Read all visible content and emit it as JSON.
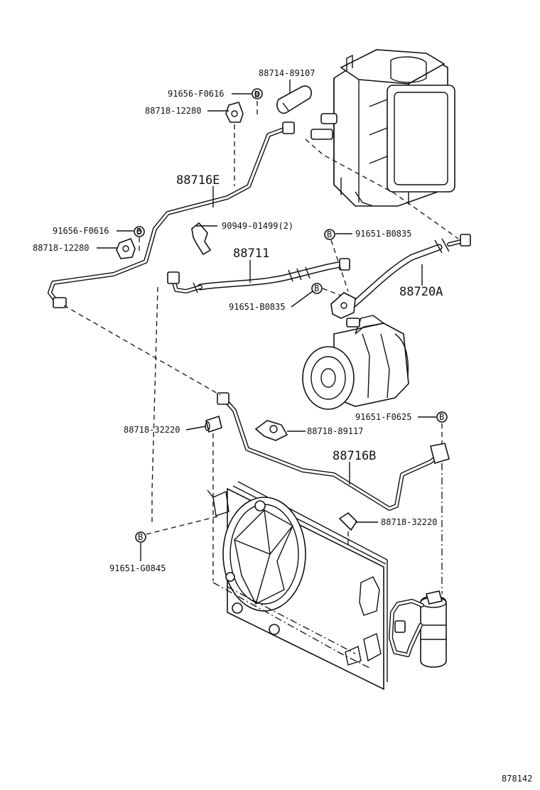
{
  "labels": {
    "p88714_89107": "88714-89107",
    "p91656_F0616_a": "91656-F0616",
    "p88718_12280_a": "88718-12280",
    "p88716E": "88716E",
    "p91656_F0616_b": "91656-F0616",
    "p88718_12280_b": "88718-12280",
    "p90949_01499": "90949-01499(2)",
    "p91651_B0835_a": "91651-B0835",
    "p88711": "88711",
    "p88720A": "88720A",
    "p91651_B0835_b": "91651-B0835",
    "p91651_F0625": "91651-F0625",
    "p88718_32220_a": "88718-32220",
    "p88718_89117": "88718-89117",
    "p88716B": "88716B",
    "p88718_32220_b": "88718-32220",
    "p91651_G0845": "91651-G0845",
    "diagram_number": "878142"
  },
  "symbols": {
    "bolt_letter": "B"
  }
}
